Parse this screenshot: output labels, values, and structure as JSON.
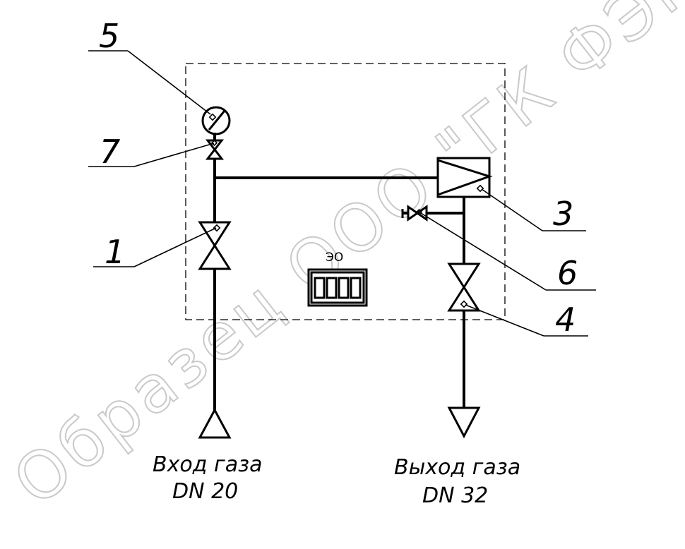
{
  "labels": {
    "n1": "1",
    "n3": "3",
    "n4": "4",
    "n5": "5",
    "n6": "6",
    "n7": "7",
    "eo": "ЭО"
  },
  "inlet": {
    "caption": "Вход газа",
    "size": "DN 20"
  },
  "outlet": {
    "caption": "Выход газа",
    "size": "DN 32"
  },
  "watermark": "Образец ООО \"ГК ФЭКС-ФОРМА\"",
  "colors": {
    "line": "#000000",
    "watermark": "#c9c9c9",
    "background": "#ffffff"
  }
}
